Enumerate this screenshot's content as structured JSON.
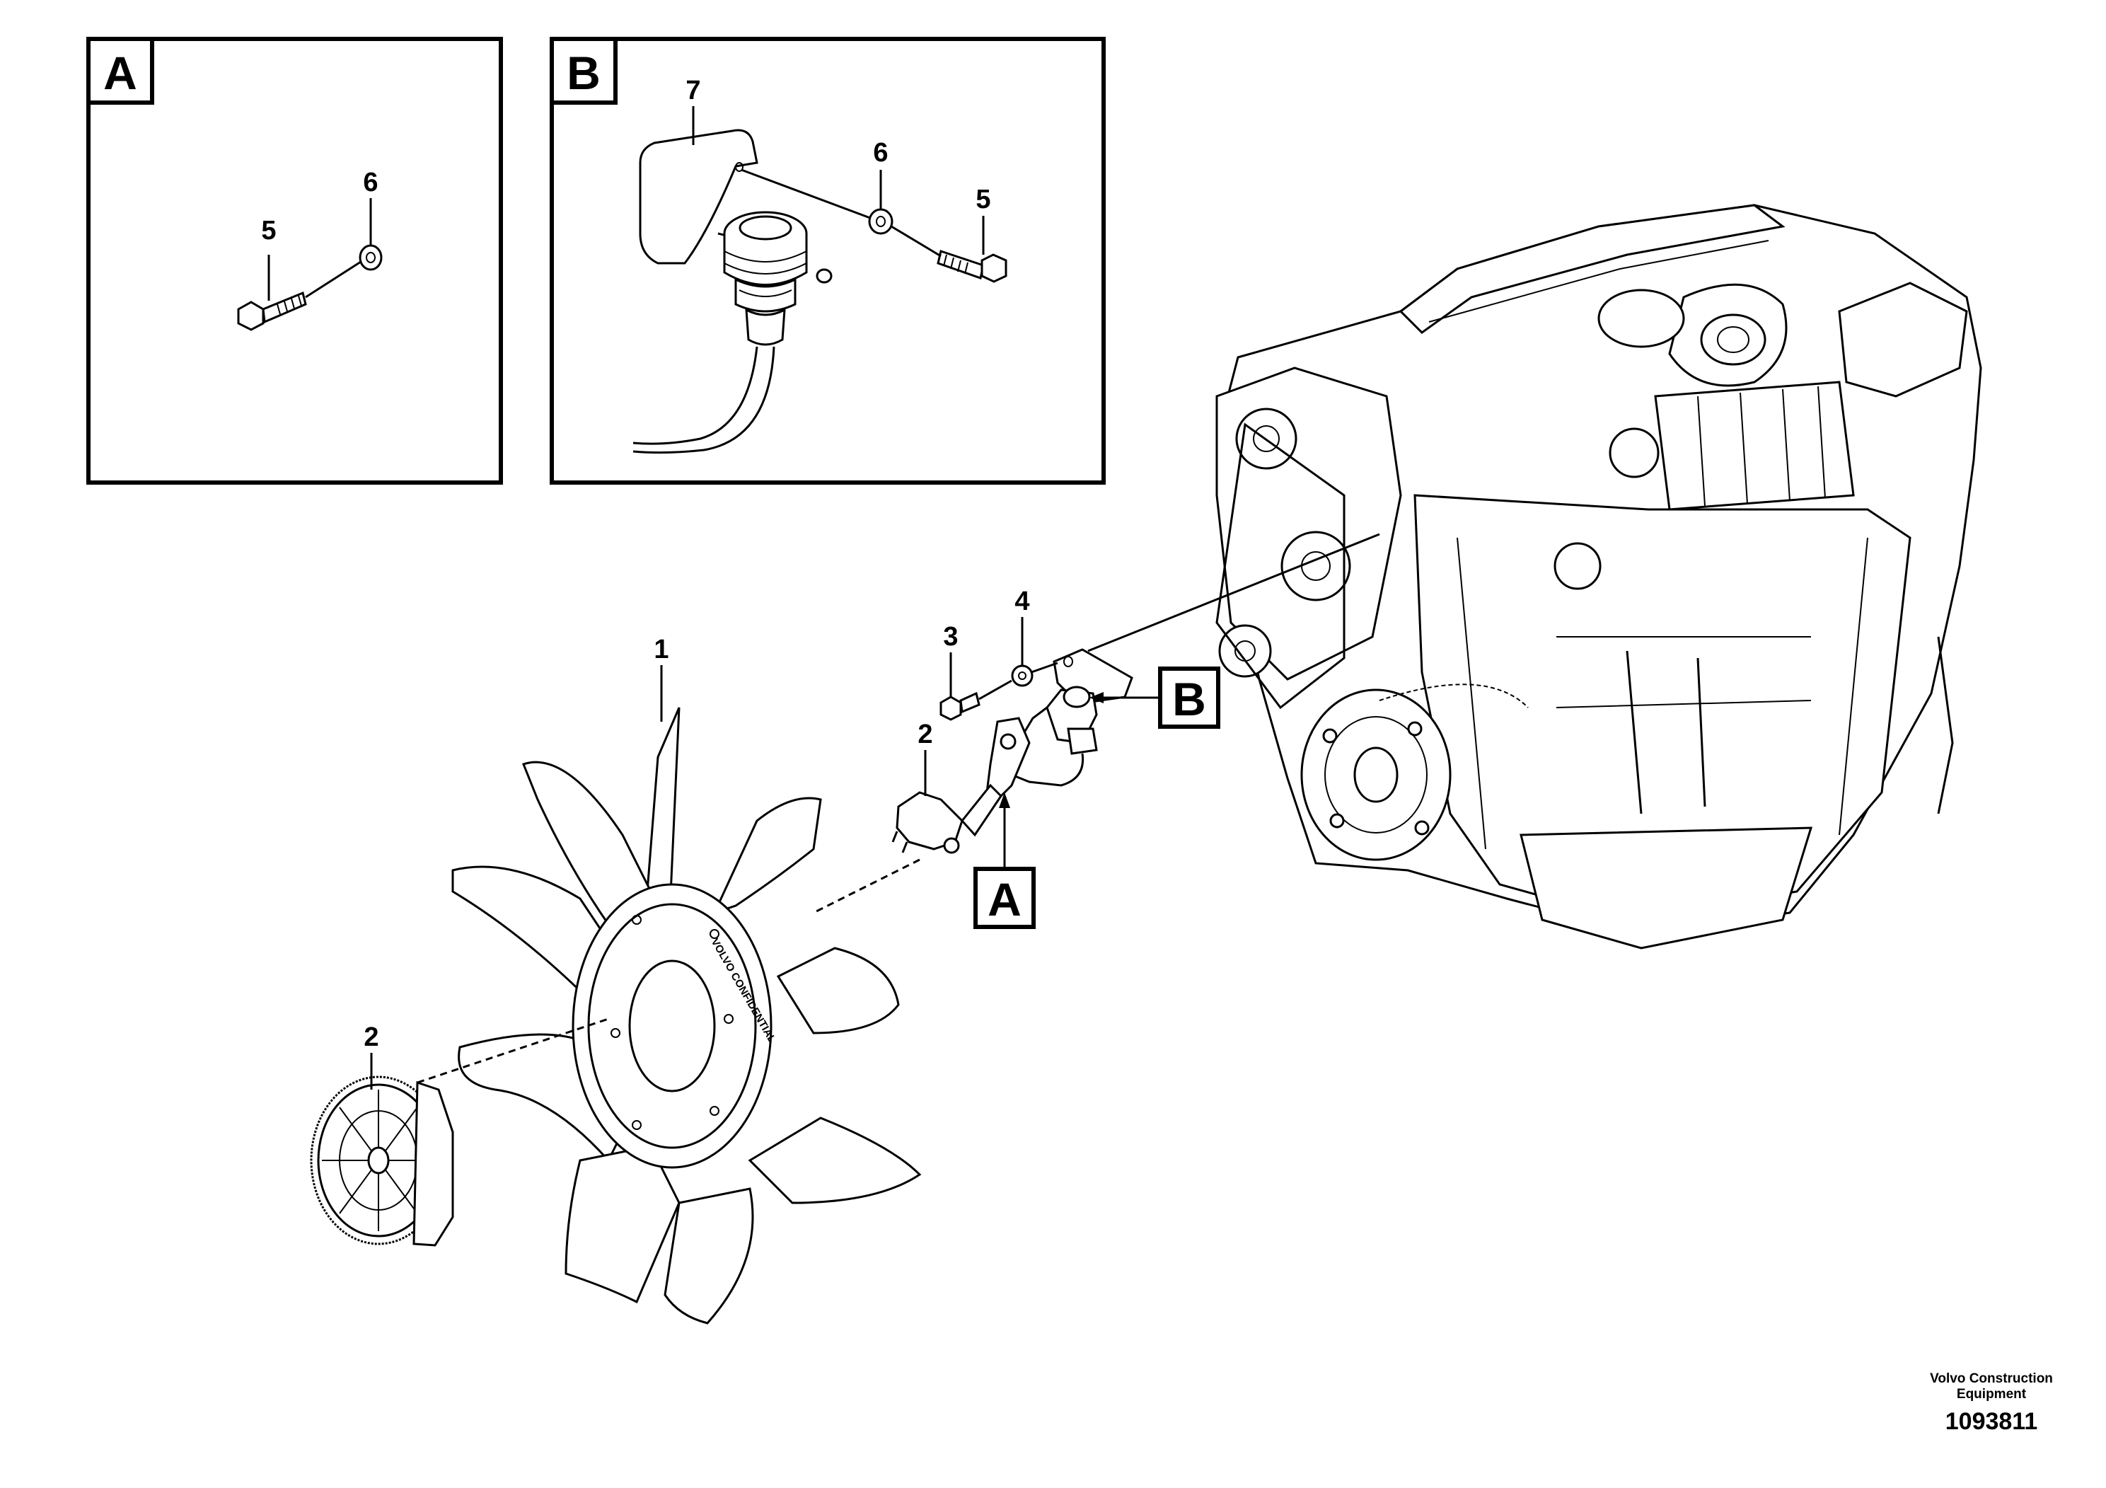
{
  "detail_views": {
    "a": {
      "letter": "A",
      "callouts": [
        "5",
        "6"
      ]
    },
    "b": {
      "letter": "B",
      "callouts": [
        "7",
        "6",
        "5"
      ]
    }
  },
  "main_view": {
    "callouts": [
      "1",
      "2",
      "2",
      "3",
      "4"
    ],
    "view_refs": [
      "B",
      "A"
    ],
    "fan_text": "VOLVO CONFIDENTIAL"
  },
  "footer": {
    "company_line1": "Volvo Construction",
    "company_line2": "Equipment",
    "document_number": "1093811"
  }
}
